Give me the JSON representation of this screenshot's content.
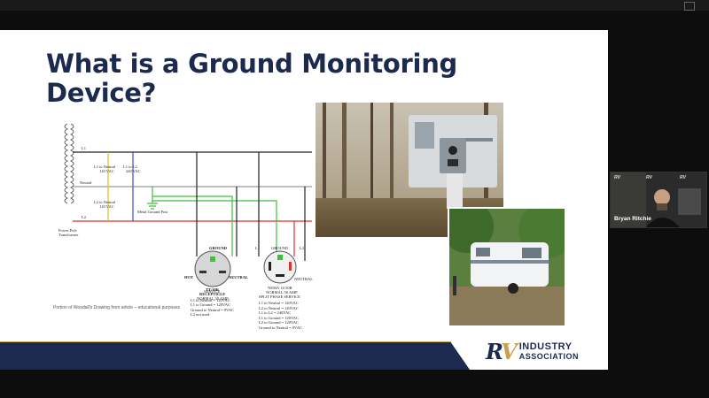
{
  "slide": {
    "title_line1": "What is a Ground Monitoring",
    "title_line2": "Device?",
    "caption": "Portion of Woodall's Drawing from article – educational purposes"
  },
  "diagram": {
    "L1": "L1",
    "L1_neutral_line1": "L1 to Neutral",
    "L1_neutral_line2": "120 VAC",
    "L1_L2_line1": "L1 to L2",
    "L1_L2_line2": "240 VAC",
    "neutral": "Neutral",
    "L2_neutral_line1": "L2 to Neutral",
    "L2_neutral_line2": "120 VAC",
    "metal_ground_post": "Metal Ground Post",
    "L2": "L2",
    "transformer_line1": "Power Pole",
    "transformer_line2": "Transformer",
    "r30_ground": "GROUND",
    "r30_hot": "HOT",
    "r30_neutral": "NEUTRAL",
    "r30_title": "TT-30R",
    "r30_sub1": "RECEPTICLE",
    "r30_sub2": "NORMAL 30 AMP",
    "r30_sub3": "SERVICE",
    "r30_specs": [
      "L1 to Neutral = 120VAC",
      "L1 to Ground = 120VAC",
      "Ground to Neutral = 0VAC",
      "L2 not used"
    ],
    "r50_l1": "L1",
    "r50_ground": "GROUND",
    "r50_l2": "L2",
    "r50_neutral": "NEUTRAL",
    "r50_title": "NEMA 14-50R",
    "r50_sub1": "NORMAL 50 AMP",
    "r50_sub2": "SPLIT PHASE SERVICE",
    "r50_specs": [
      "L1 to Neutral = 120VAC",
      "L2 to Neutral = 120VAC",
      "L1 to L2 = 240VAC",
      "L1 to Ground = 120VAC",
      "L2 to Ground = 120VAC",
      "Ground to Neutral = 0VAC"
    ]
  },
  "logo": {
    "mark_r": "R",
    "mark_v": "V",
    "word1": "INDUSTRY",
    "word2": "ASSOCIATION"
  },
  "participant": {
    "name": "Bryan Ritchie",
    "brand1": "RV",
    "brand2": "RV",
    "brand3": "RV"
  },
  "colors": {
    "title": "#1b2a4e",
    "footer_navy": "#1b2a4e",
    "footer_gold": "#c9a14a",
    "wire_black": "#222222",
    "wire_green": "#3fbf3f",
    "wire_red": "#e03030",
    "wire_yellow": "#e0c020",
    "wire_blue": "#3050d0"
  }
}
